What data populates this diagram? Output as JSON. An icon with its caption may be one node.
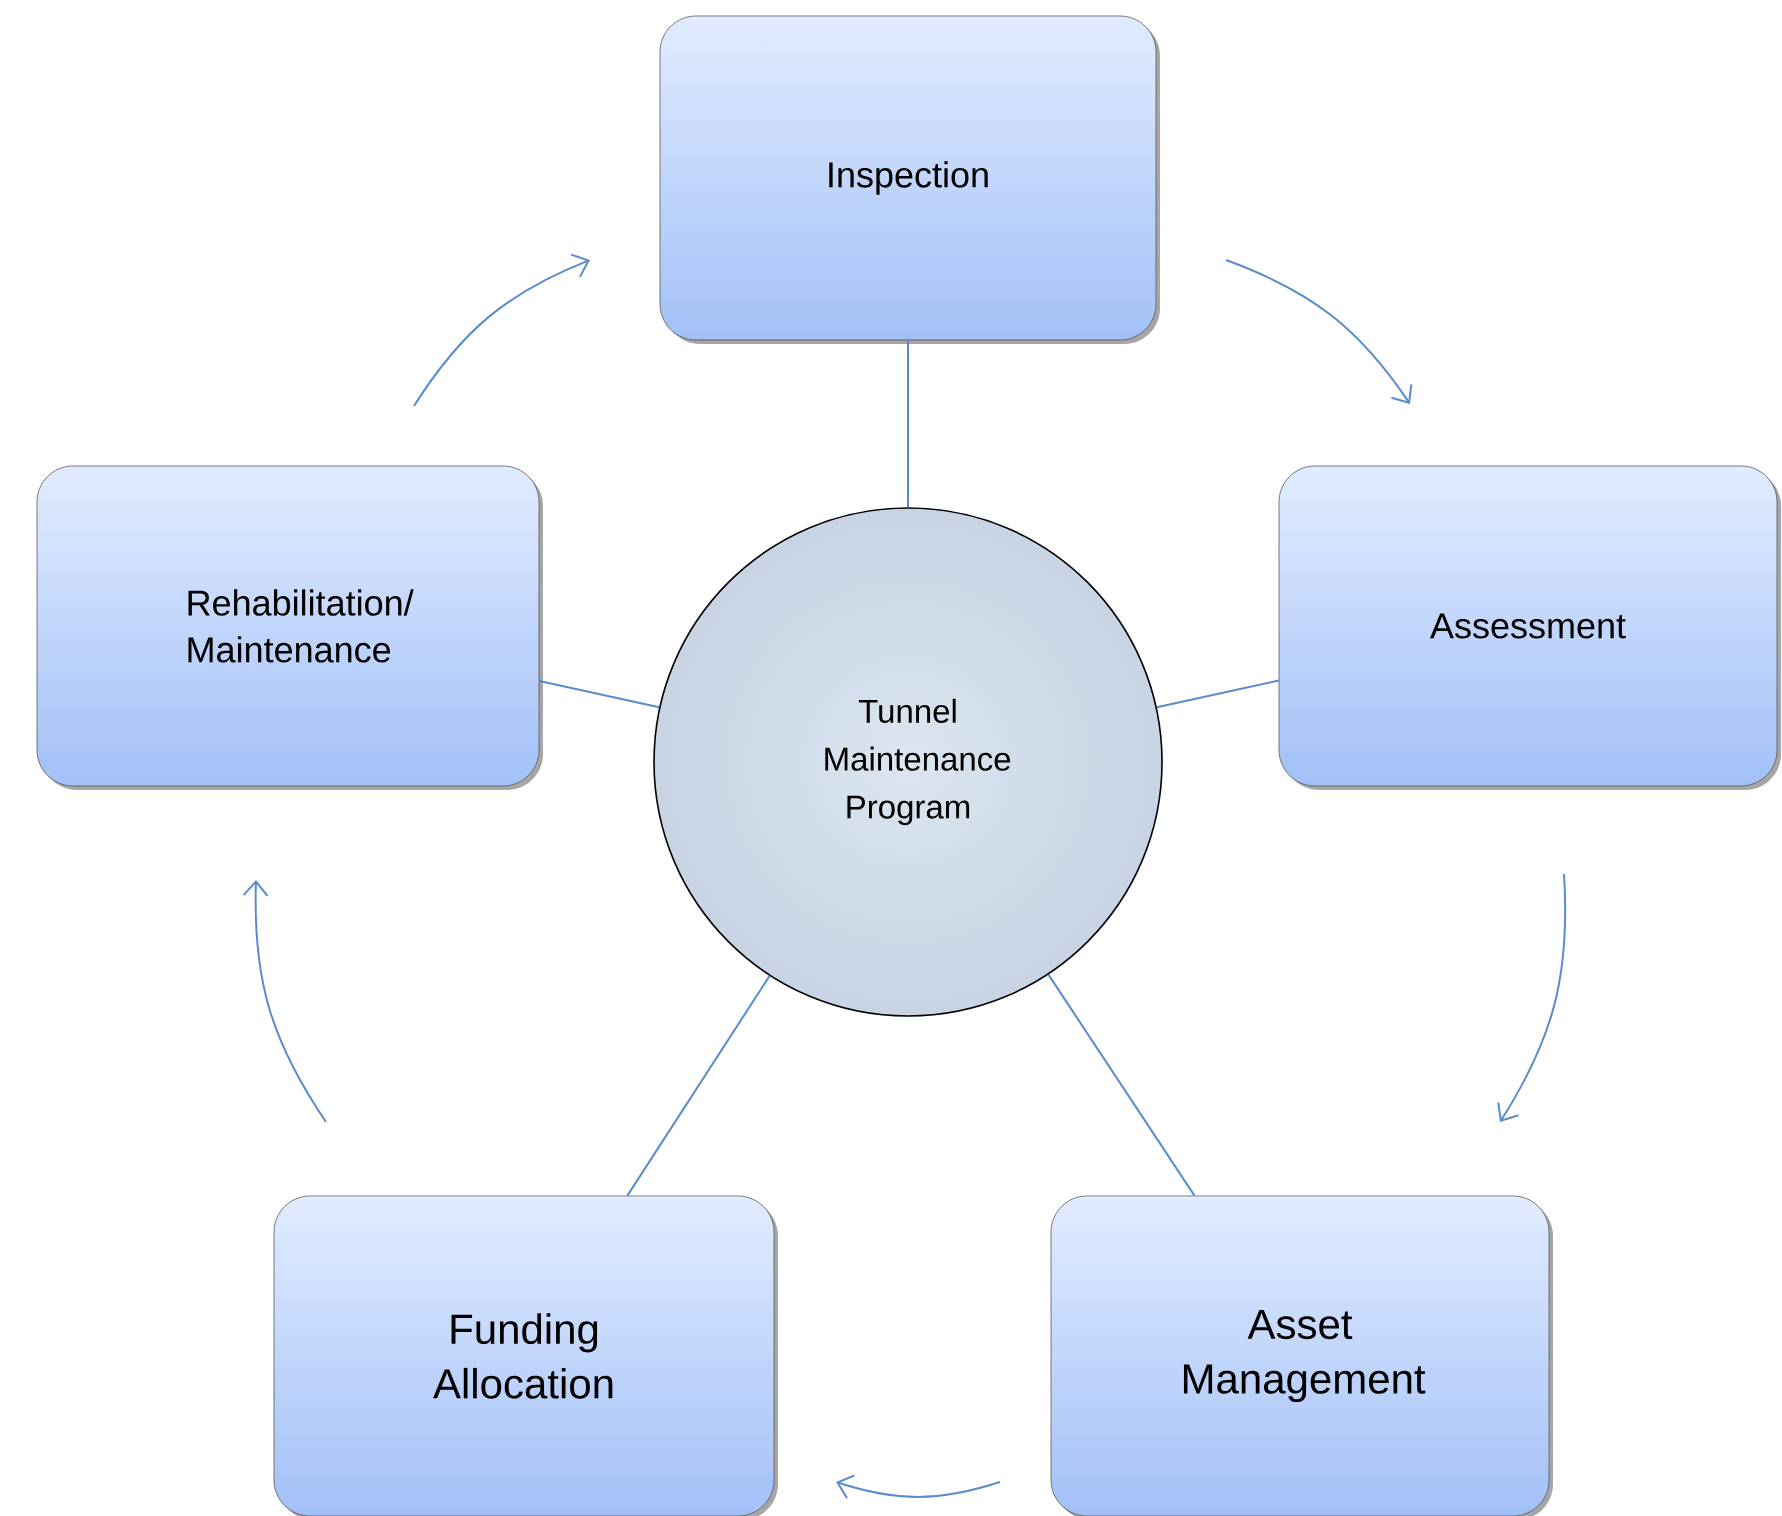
{
  "diagram": {
    "nodes": [
      {
        "text": [
          "Inspection"
        ]
      },
      {
        "text": [
          "Assessment"
        ]
      },
      {
        "text": [
          "Asset Management"
        ]
      },
      {
        "text": [
          "Funding Allocation"
        ]
      },
      {
        "text": [
          "Rehabilitation/ Maintenance"
        ]
      },
      {
        "text": [
          "Tunnel Maintenance Program"
        ]
      }
    ],
    "edges": [
      {
        "from": 4,
        "to": 0,
        "arrow": "to"
      },
      {
        "from": 0,
        "to": 1,
        "arrow": "to"
      },
      {
        "from": 1,
        "to": 2,
        "arrow": "to"
      },
      {
        "from": 2,
        "to": 3,
        "arrow": "to"
      },
      {
        "from": 3,
        "to": 4,
        "arrow": "to"
      },
      {
        "from": 5,
        "to": 0,
        "arrow": "none"
      },
      {
        "from": 5,
        "to": 1,
        "arrow": "none"
      },
      {
        "from": 5,
        "to": 2,
        "arrow": "none"
      },
      {
        "from": 5,
        "to": 3,
        "arrow": "none"
      },
      {
        "from": 5,
        "to": 4,
        "arrow": "none"
      }
    ]
  }
}
